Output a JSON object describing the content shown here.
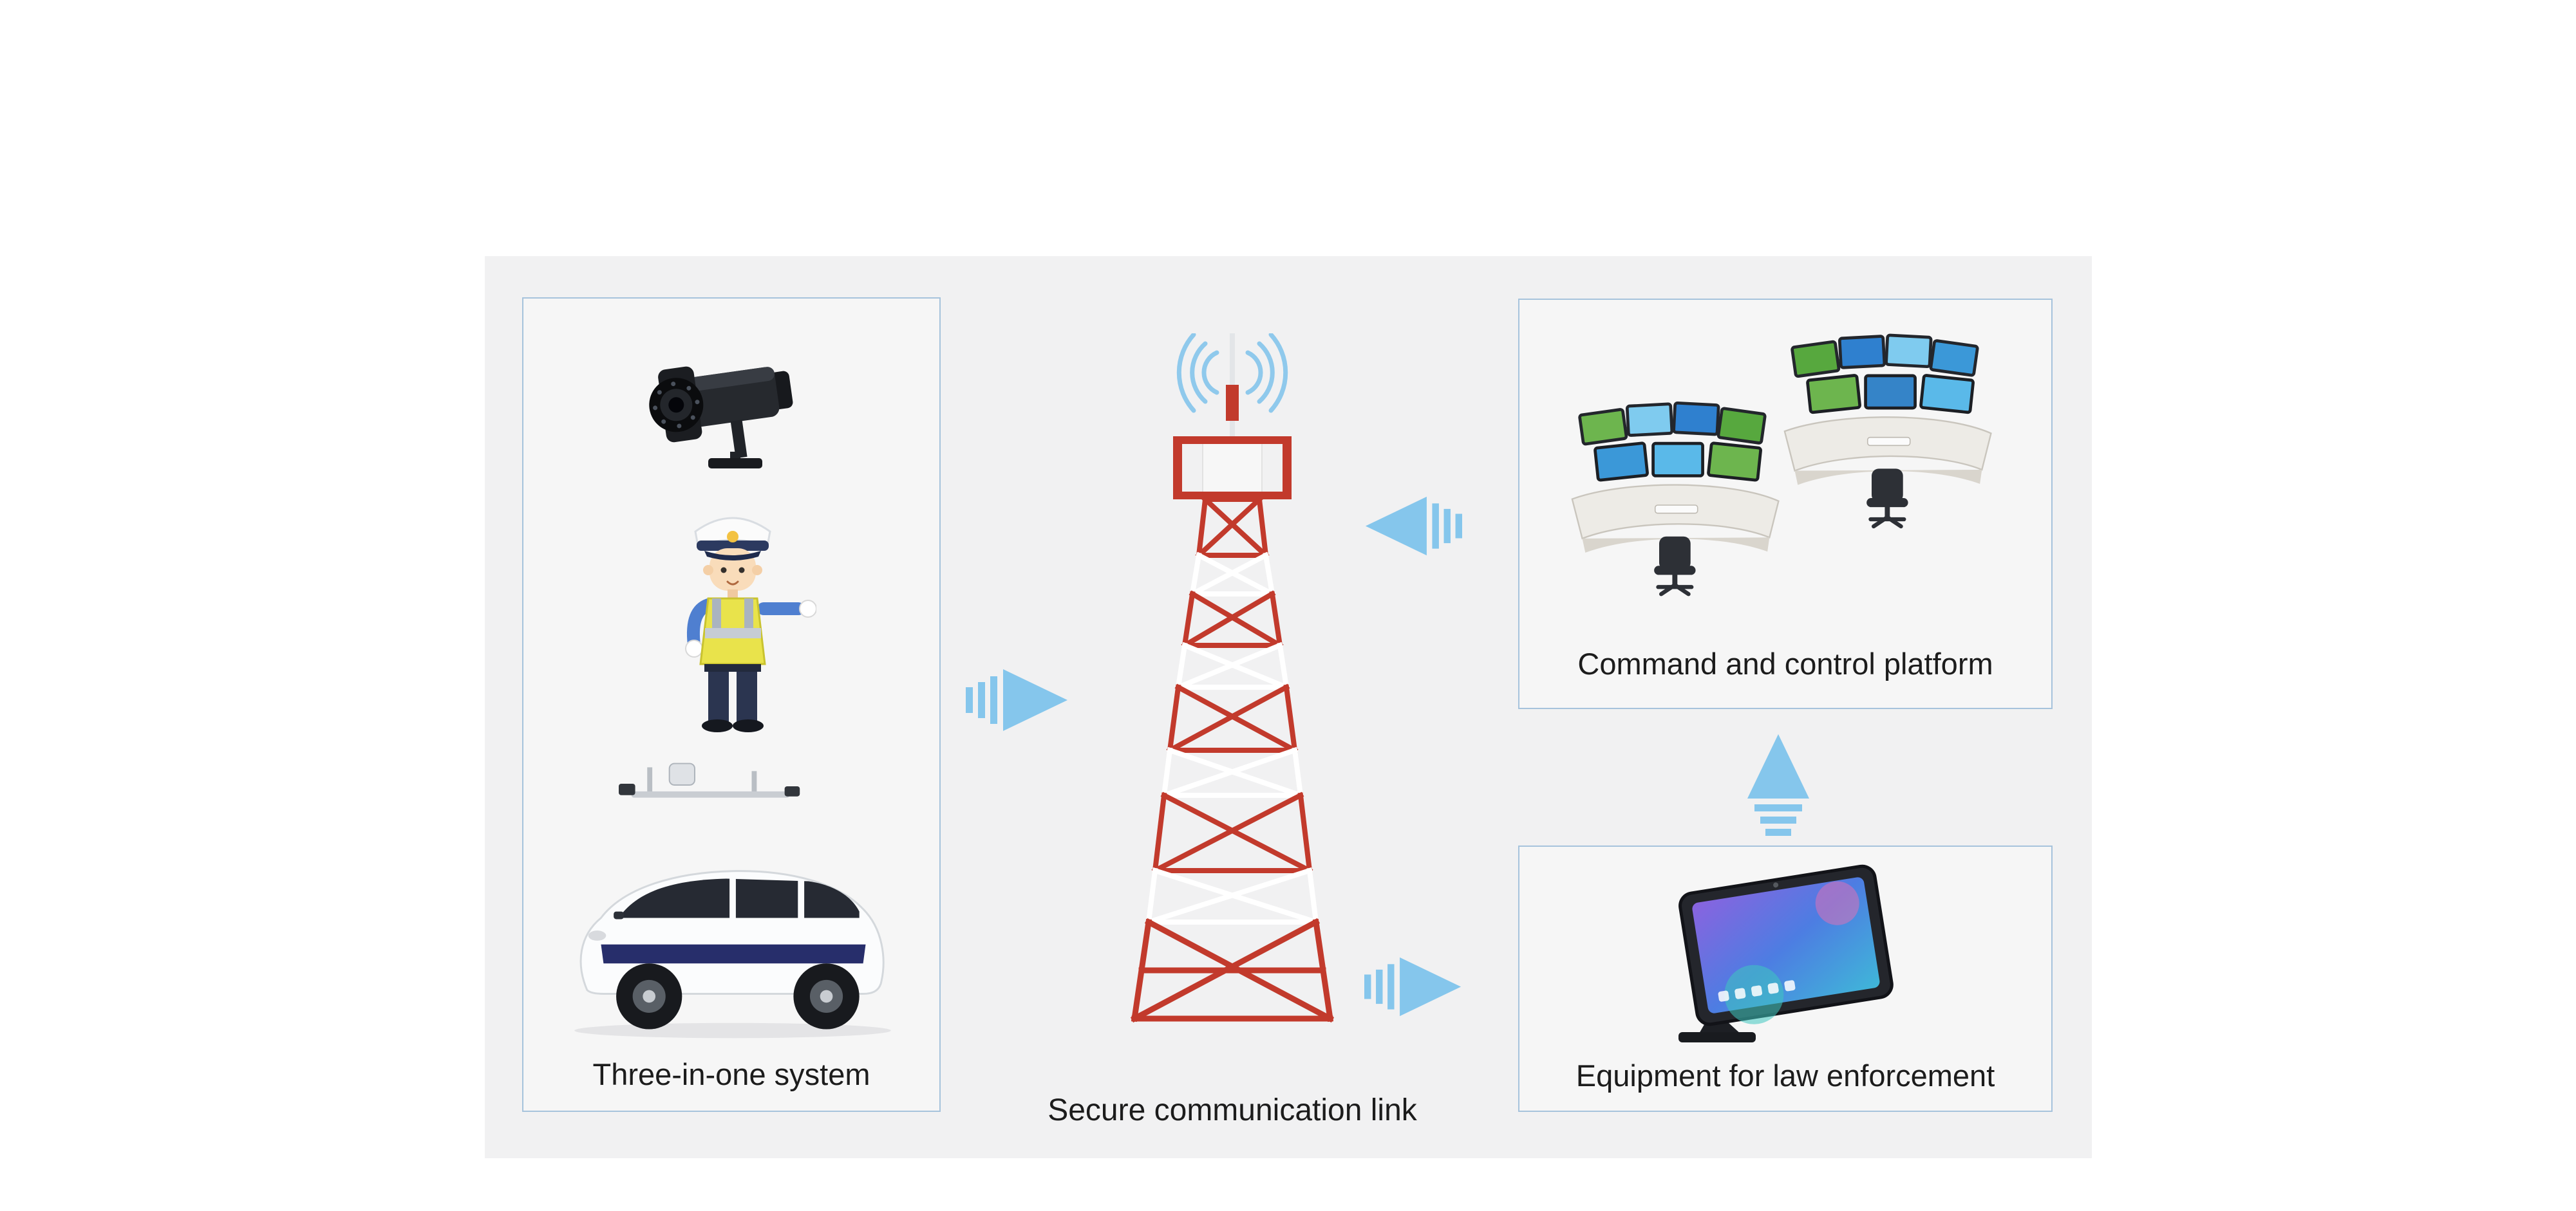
{
  "page": {
    "background": "#ffffff",
    "panel_background": "#f1f1f2"
  },
  "nodes": {
    "three_in_one": {
      "label": "Three-in-one system",
      "items": [
        "cctv-camera",
        "traffic-police-officer",
        "autonomous-patrol-vehicle"
      ]
    },
    "secure_link": {
      "label": "Secure communication link",
      "items": [
        "radio-waves",
        "communication-tower"
      ]
    },
    "command_platform": {
      "label": "Command and control platform",
      "items": [
        "control-room-consoles"
      ]
    },
    "law_enforcement": {
      "label": "Equipment for law enforcement",
      "items": [
        "law-enforcement-tablet"
      ]
    }
  },
  "arrows": [
    {
      "name": "three-in-one-to-tower",
      "direction": "right"
    },
    {
      "name": "command-platform-to-tower",
      "direction": "left"
    },
    {
      "name": "tower-to-law-enforcement",
      "direction": "right"
    },
    {
      "name": "law-enforcement-to-command-platform",
      "direction": "up"
    }
  ],
  "colors": {
    "arrow_blue": "#85c6ec",
    "tower_red": "#c23a2c",
    "wave_blue": "#8fc9ec",
    "box_border": "#a6c3dc",
    "label_text": "#1c1c1c"
  }
}
